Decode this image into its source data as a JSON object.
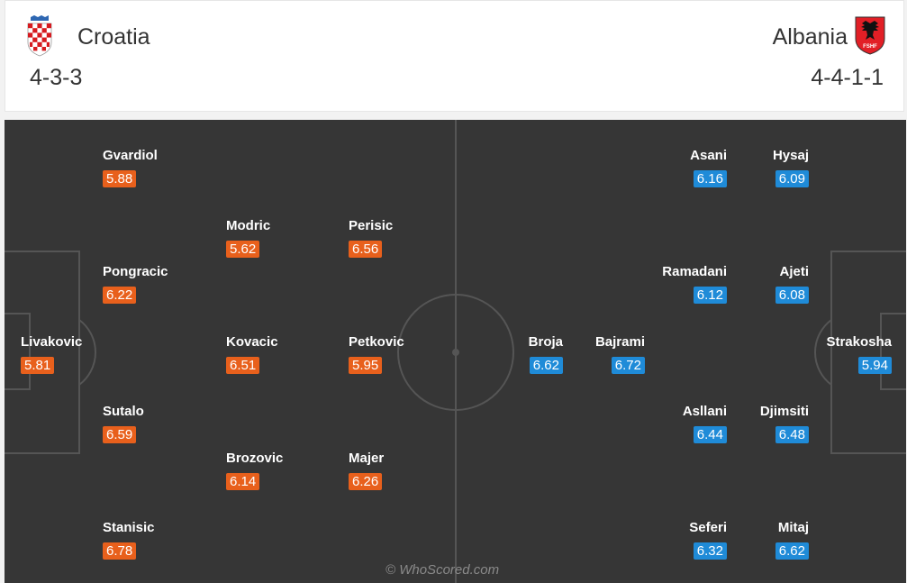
{
  "home": {
    "name": "Croatia",
    "formation": "4-3-3",
    "crest": "croatia-crest-icon",
    "rating_color": "#e8601c",
    "players": [
      {
        "name": "Gvardiol",
        "rating": "5.88"
      },
      {
        "name": "Pongracic",
        "rating": "6.22"
      },
      {
        "name": "Livakovic",
        "rating": "5.81"
      },
      {
        "name": "Sutalo",
        "rating": "6.59"
      },
      {
        "name": "Stanisic",
        "rating": "6.78"
      },
      {
        "name": "Modric",
        "rating": "5.62"
      },
      {
        "name": "Kovacic",
        "rating": "6.51"
      },
      {
        "name": "Brozovic",
        "rating": "6.14"
      },
      {
        "name": "Perisic",
        "rating": "6.56"
      },
      {
        "name": "Petkovic",
        "rating": "5.95"
      },
      {
        "name": "Majer",
        "rating": "6.26"
      }
    ]
  },
  "away": {
    "name": "Albania",
    "formation": "4-4-1-1",
    "crest": "albania-crest-icon",
    "crest_text": "FSHF",
    "rating_color": "#1f8bd8",
    "players": [
      {
        "name": "Asani",
        "rating": "6.16"
      },
      {
        "name": "Hysaj",
        "rating": "6.09"
      },
      {
        "name": "Ramadani",
        "rating": "6.12"
      },
      {
        "name": "Ajeti",
        "rating": "6.08"
      },
      {
        "name": "Broja",
        "rating": "6.62"
      },
      {
        "name": "Bajrami",
        "rating": "6.72"
      },
      {
        "name": "Strakosha",
        "rating": "5.94"
      },
      {
        "name": "Asllani",
        "rating": "6.44"
      },
      {
        "name": "Djimsiti",
        "rating": "6.48"
      },
      {
        "name": "Seferi",
        "rating": "6.32"
      },
      {
        "name": "Mitaj",
        "rating": "6.62"
      }
    ]
  },
  "watermark": "© WhoScored.com"
}
